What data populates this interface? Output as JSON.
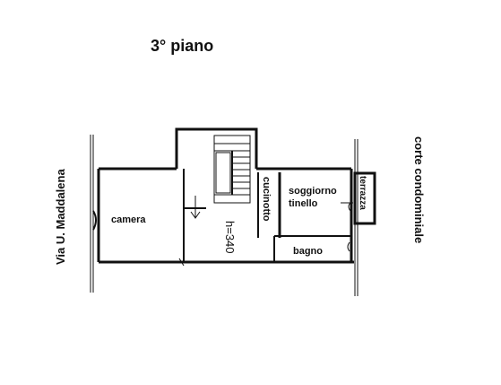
{
  "floor_title": "3° piano",
  "street_left": "Via U. Maddalena",
  "court_right": "corte condominiale",
  "rooms": {
    "camera": "camera",
    "cucinotto": "cucinotto",
    "soggiorno": "soggiorno",
    "tinello": "tinello",
    "bagno": "bagno",
    "terrazza": "terrazza"
  },
  "height_note": "h=340"
}
